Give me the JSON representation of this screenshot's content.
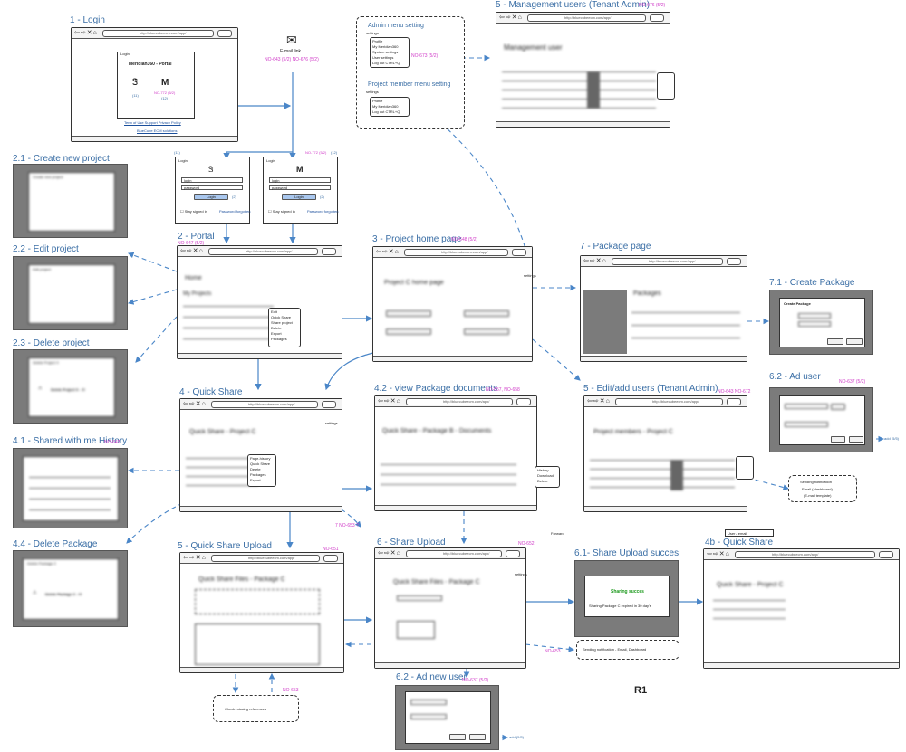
{
  "url": "http://bluecubeecm.com/app/",
  "section_titles": {
    "login": "1 - Login",
    "email_link": "E-mail link",
    "create_project": "2.1 - Create new project",
    "edit_project": "2.2 - Edit project",
    "delete_project": "2.3 - Delete project",
    "portal": "2 - Portal",
    "project_home": "3 - Project home page",
    "package_page": "7 - Package page",
    "create_package": "7.1 - Create Package",
    "mgmt_users": "5 - Management users (Tenant Admin)",
    "admin_menu": "Admin menu setting",
    "member_menu": "Project member menu setting",
    "quick_share": "4 - Quick Share",
    "view_docs": "4.2 - view Package documents",
    "edit_users": "5 - Edit/add users (Tenant Admin)",
    "ad_user": "6.2 - Ad user",
    "shared_history": "4.1 - Shared with me History",
    "delete_package": "4.4 - Delete Package",
    "qs_upload": "5 - Quick Share Upload",
    "share_upload": "6 - Share Upload",
    "upload_success": "6.1- Share Upload succes",
    "quick_share_4b": "4b - Quick Share",
    "ad_new_user": "6.2 - Ad new user",
    "revision": "R1"
  },
  "tags": {
    "email": "NO-643 (5/2) NO-676 (5/2)",
    "login_card": "NO-772 (5/2)",
    "login_11": "(11)",
    "login_12": "(12)",
    "portal": "NO-647 (5/2)",
    "project_home": "NO-648 (5/2)",
    "mgmt": "NO-676 (5/2)",
    "admin_menu": "NO-673 (5/2)",
    "view_docs": "NO-657, NO-658",
    "edit_users": "NO-643 NO-672",
    "ad_user": "NO-637 (5/2)",
    "shared": "NO-642",
    "qs_upload": "NO-651",
    "share_upload": "NO-652",
    "qs_extra": "7 NO-653 ?",
    "sending": "NO-653",
    "ad_new_user": "NO-637 (5/2)",
    "check": "NO-653"
  },
  "login": {
    "portal_title": "Meridian360 - Portal",
    "login_label": "Login",
    "links": "Term of Use    Support    Privacy Policy",
    "footer": "BlueCube ECM solutions",
    "login_field": "login",
    "password_field": "password",
    "login_button": "Login",
    "stay_signed": "Stay signed in",
    "forgot": "Password forgotten",
    "num_2": "(2)"
  },
  "admin_menu_items": [
    "Profile",
    "My Meridian360",
    "System settings",
    "User settings",
    "Log out     CTRL+Q"
  ],
  "member_menu_items": [
    "Profile",
    "My Meridian360",
    "Log out     CTRL+Q"
  ],
  "settings_label": "settings",
  "portal_context_menu": [
    "Edit",
    "Quick Share",
    "Share project",
    "Delete",
    "Export",
    "Packages"
  ],
  "qs_context_menu": [
    "Page-history",
    "Quick Share",
    "Delete",
    "Packages",
    "Export"
  ],
  "docs_context_menu": [
    "History",
    "Download",
    "Delete"
  ],
  "notifications": {
    "email_dashboard": "Sending notification",
    "email_line2": "Email (/dashboard)",
    "email_line3": "(E-mail template)",
    "sending_upload": "Sending notification - Email, Dashboard",
    "check_missing": "Check missing references",
    "success_title": "Sharing succes",
    "success_text": "Sharing Package C expired in 30 day's",
    "add_link": "add (5/5)",
    "add_link2": "add (5/5)",
    "forward": "Forward",
    "user_email": "User / email"
  },
  "mock_texts": {
    "create_project": "Create new project",
    "edit_project": "Edit project",
    "delete_project": "Delete Project X",
    "delete_project_warn": "Delete Project X - !!!",
    "delete_package": "Delete Package Z",
    "delete_package_warn": "Delete Package Z - !!!",
    "create_package": "Create Package",
    "portal_home": "Home",
    "portal_projects": "My Projects",
    "project_home": "Project C home page",
    "packages": "Packages",
    "management_user": "Management user",
    "project_members": "Project members - Project C",
    "qs_title": "Quick Share - Project C",
    "docs_title": "Quick Share - Package B - Documents",
    "upload_title": "Quick Share Files - Package C",
    "share_upload_title": "Quick Share Files - Package C",
    "qs4b_title": "Quick Share - Project C"
  }
}
